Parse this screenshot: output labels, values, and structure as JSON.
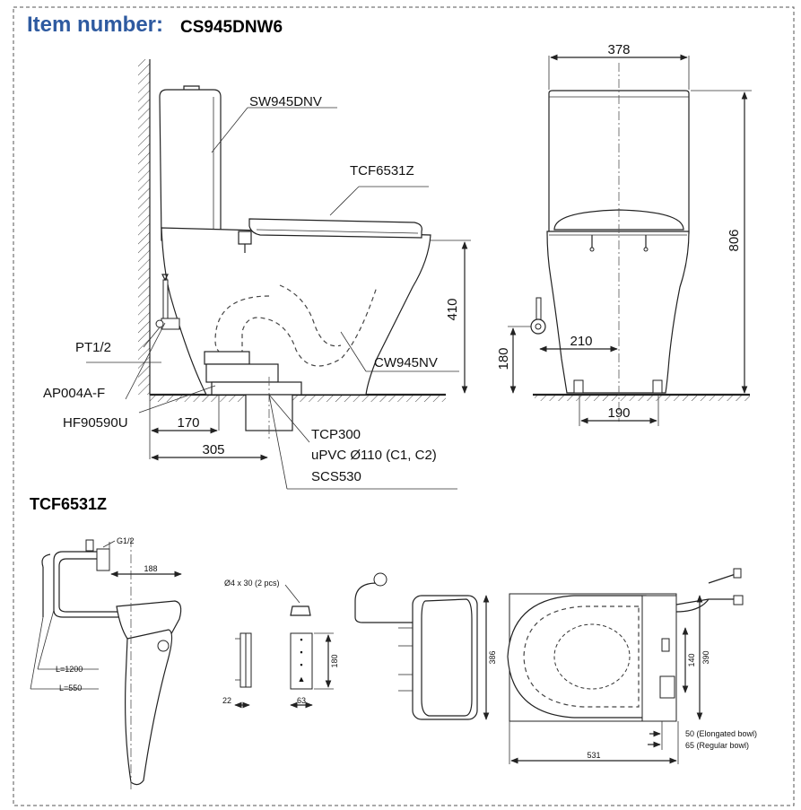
{
  "header": {
    "item_label": "Item number:",
    "item_value": "CS945DNW6"
  },
  "side_view": {
    "labels": {
      "tank": "SW945DNV",
      "seat": "TCF6531Z",
      "bowl": "CW945NV",
      "pt": "PT1/2",
      "ap": "AP004A-F",
      "hf": "HF90590U",
      "tcp": "TCP300",
      "upvc": "uPVC Ø110 (C1, C2)",
      "scs": "SCS530"
    },
    "dims": {
      "height_410": "410",
      "d170": "170",
      "d305": "305"
    }
  },
  "front_view": {
    "dims": {
      "width": "378",
      "height": "806",
      "d180": "180",
      "d210": "210",
      "d190": "190"
    }
  },
  "seat_section": {
    "title": "TCF6531Z",
    "side": {
      "g12": "G1/2",
      "d188": "188",
      "l1200": "L=1200",
      "l550": "L=550"
    },
    "remote": {
      "screws": "Ø4 x 30 (2 pcs)",
      "d180": "180",
      "d22": "22",
      "d63": "63"
    },
    "plan": {
      "d386": "386",
      "d390": "390",
      "d140": "140",
      "d531": "531",
      "elongated": "50 (Elongated bowl)",
      "regular": "65 (Regular bowl)"
    }
  }
}
